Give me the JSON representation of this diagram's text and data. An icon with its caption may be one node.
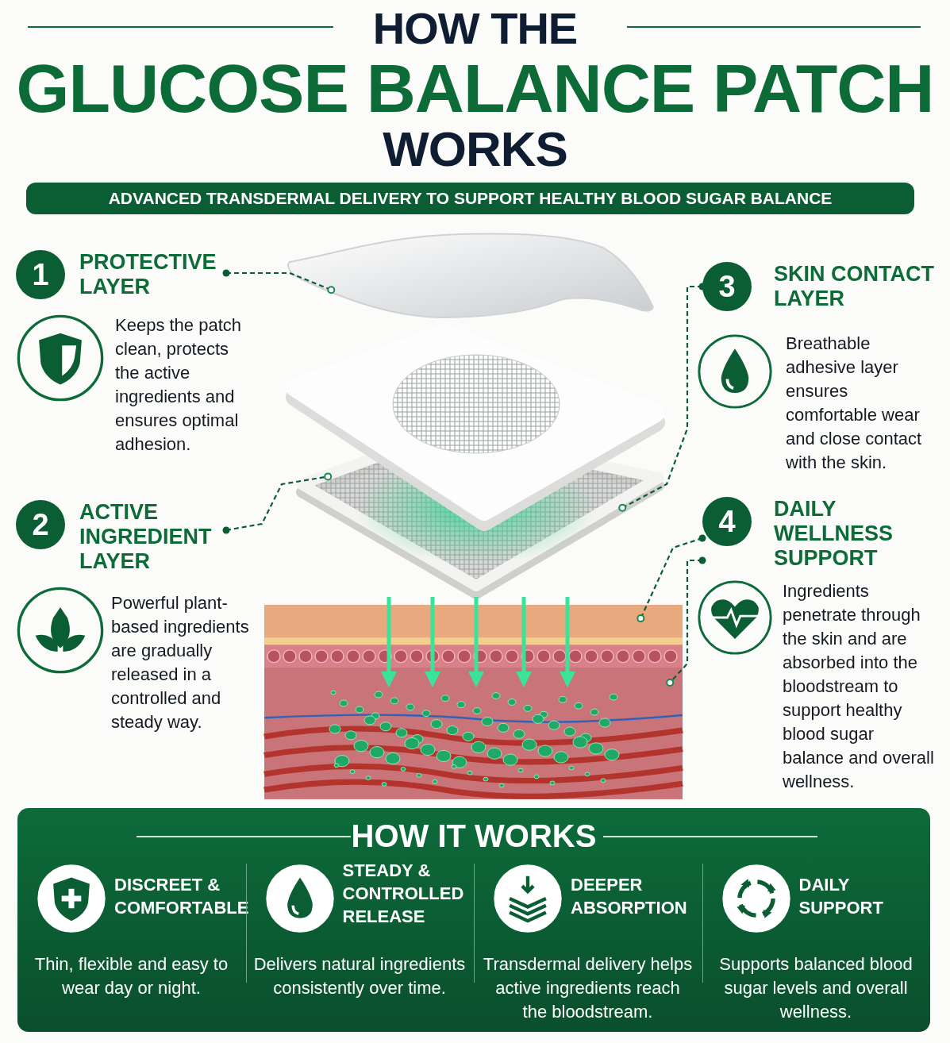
{
  "diagram": {
    "title": "HOW THE GLUCOSE BALANCE PATCH WORKS",
    "nodes": [
      {
        "text": [
          "1",
          "PROTECTIVE LAYER"
        ]
      },
      {
        "text": [
          "2",
          "ACTIVE INGREDIENT LAYER"
        ]
      },
      {
        "text": [
          "3",
          "SKIN CONTACT LAYER"
        ]
      },
      {
        "text": [
          "4",
          "DAILY WELLNESS SUPPORT"
        ]
      },
      {
        "text": [],
        "shape": "picture"
      },
      {
        "text": [],
        "shape": "picture"
      },
      {
        "text": [],
        "shape": "picture"
      },
      {
        "text": [
          "HOW IT WORKS"
        ]
      },
      {
        "text": [
          "DISCREET & COMFORTABLE",
          "Thin, flexible and easy to wear day or night."
        ],
        "in": 7
      },
      {
        "text": [
          "STEADY & CONTROLLED RELEASE",
          "Delivers natural ingredients consistently over time."
        ],
        "in": 7
      },
      {
        "text": [
          "DEEPER ABSORPTION",
          "Transdermal delivery helps active ingredients reach the bloodstream."
        ],
        "in": 7
      },
      {
        "text": [
          "DAILY SUPPORT",
          "Supports balanced blood sugar levels and overall wellness."
        ],
        "in": 7
      }
    ],
    "edges": [
      {
        "from": 0,
        "to": 4,
        "arrow": "other",
        "style": "dashed"
      },
      {
        "from": 1,
        "to": 5,
        "arrow": "other",
        "style": "dashed"
      },
      {
        "from": 2,
        "to": 5,
        "arrow": "other",
        "style": "dashed"
      },
      {
        "from": 3,
        "to": 6,
        "arrow": "other",
        "style": "dashed"
      },
      {
        "from": 3,
        "to": 6,
        "arrow": "other",
        "style": "dashed"
      },
      {
        "from": 5,
        "to": 6,
        "arrow": "to",
        "style": "thick",
        "color": "#3be39a"
      },
      {
        "from": 5,
        "to": 6,
        "arrow": "to",
        "style": "thick",
        "color": "#3be39a"
      },
      {
        "from": 5,
        "to": 6,
        "arrow": "to",
        "style": "thick",
        "color": "#3be39a"
      },
      {
        "from": 5,
        "to": 6,
        "arrow": "to",
        "style": "thick",
        "color": "#3be39a"
      },
      {
        "from": 5,
        "to": 6,
        "arrow": "to",
        "style": "thick",
        "color": "#3be39a"
      }
    ],
    "labels": [
      "ADVANCED TRANSDERMAL DELIVERY TO SUPPORT HEALTHY BLOOD SUGAR BALANCE",
      "Keeps the patch clean, protects the active ingredients and ensures optimal adhesion.",
      "Powerful plant-based ingredients are gradually released in a controlled and steady way.",
      "Breathable adhesive layer ensures comfortable wear and close contact with the skin.",
      "Ingredients penetrate through the skin and are absorbed into the bloodstream to support healthy blood sugar balance and overall wellness."
    ]
  }
}
